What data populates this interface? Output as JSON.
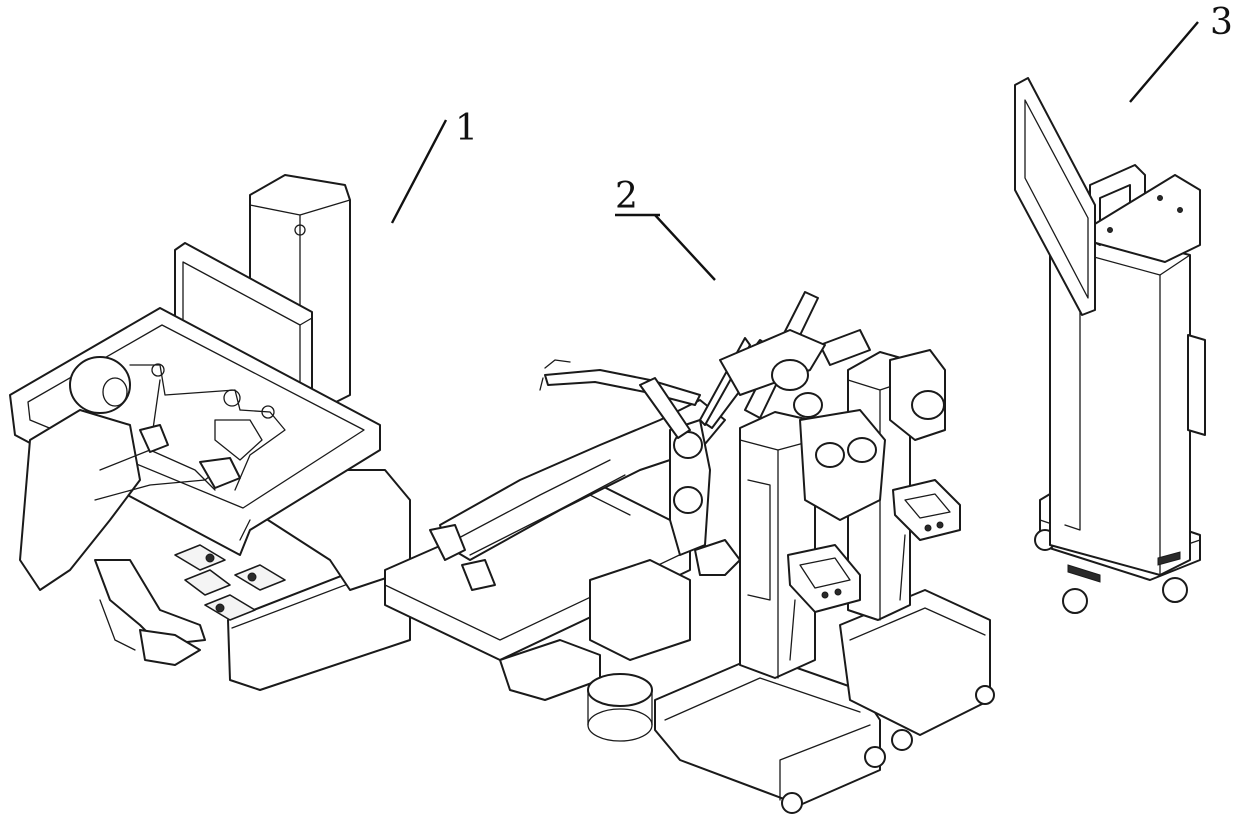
{
  "figure": {
    "labels": [
      {
        "id": "surgeon-console",
        "text": "1"
      },
      {
        "id": "patient-side-system",
        "text": "2"
      },
      {
        "id": "vision-cart",
        "text": "3"
      }
    ]
  }
}
